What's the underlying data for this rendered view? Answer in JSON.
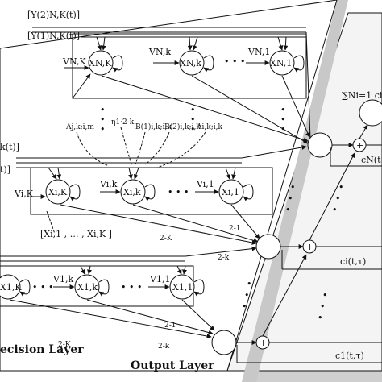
{
  "labels": {
    "y_n_k_2": "[Y(2)N,K(t)]",
    "y_n_k_1": "[Y(1)N,K(t)]",
    "y_k_2_left": "k(t)]",
    "y_t_left": "t)]",
    "v_nk_left": "VN,K",
    "v_nk": "VN,k",
    "v_n1": "VN,1",
    "v_ik_left": "Vi,K",
    "v_ik": "Vi,k",
    "v_i1": "Vi,1",
    "v_1k": "V1,k",
    "v_11": "V1,1",
    "x_nk_cap": "XN,K",
    "x_nk": "XN,k",
    "x_n1": "XN,1",
    "x_ik_cap": "Xi,K",
    "x_ik": "Xi,k",
    "x_i1": "Xi,1",
    "x_1k_cap": "X1,K",
    "x_1k": "X1,k",
    "x_11": "X1,1",
    "a_jkim": "Aj,k;i,m",
    "eta": "η1·2-k",
    "b1": "B(1)i,k;i,k",
    "b2": "B(2)i,k;i,k",
    "a_ikik": "Ai,k;i,k",
    "x_set": "[Xi,1 , … , Xi,K ]",
    "pow_k_a": "2-k",
    "pow_1_a": "2-1",
    "pow_K_a": "2-K",
    "pow_k_b": "2-k",
    "pow_1_b": "2-1",
    "pow_K_b": "2-K",
    "sum_expr": "∑Ni=1 ci",
    "c_n": "cN(t",
    "c_i": "ci(t,τ)",
    "c_1": "c1(t,τ)",
    "plus": "+",
    "decision_layer": "ecision Layer",
    "output_layer": "Output Layer"
  },
  "colors": {
    "stroke": "#111111",
    "layer_shadow": "#c8c8c8",
    "node_fill": "#ffffff"
  }
}
